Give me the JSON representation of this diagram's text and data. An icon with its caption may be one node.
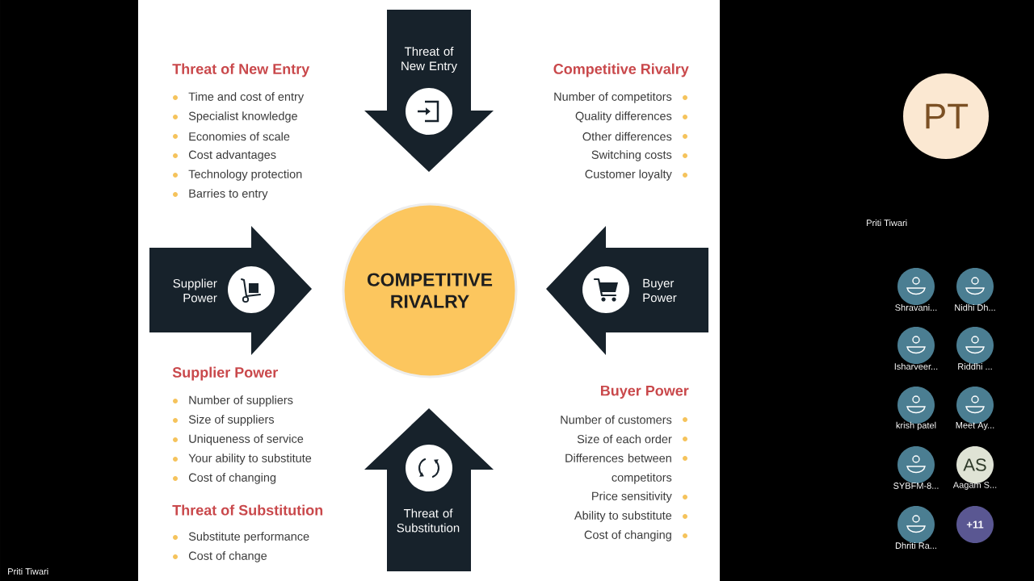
{
  "diagram": {
    "nodes": [
      {
        "text": [
          "Threat of New Entry"
        ]
      },
      {
        "text": [
          "Supplier Power"
        ]
      },
      {
        "text": [
          "COMPETITIVE RIVALRY"
        ]
      },
      {
        "text": [
          "Buyer Power"
        ]
      },
      {
        "text": [
          "Threat of Substitution"
        ]
      },
      {
        "text": [
          "PT"
        ]
      },
      {
        "text": [],
        "shape": "circle",
        "beside": [
          "Shravani..."
        ]
      },
      {
        "text": [],
        "shape": "circle",
        "beside": [
          "Nidhi Dh..."
        ]
      },
      {
        "text": [],
        "shape": "circle",
        "beside": [
          "Isharveer..."
        ]
      },
      {
        "text": [],
        "shape": "circle",
        "beside": [
          "Riddhi ..."
        ]
      },
      {
        "text": [],
        "shape": "circle",
        "beside": [
          "krish patel"
        ]
      },
      {
        "text": [],
        "shape": "circle",
        "beside": [
          "Meet Ay..."
        ]
      },
      {
        "text": [],
        "shape": "circle",
        "beside": [
          "SYBFM-8..."
        ]
      },
      {
        "text": [
          "AS"
        ],
        "beside": [
          "Aagam S..."
        ]
      },
      {
        "text": [],
        "shape": "circle",
        "beside": [
          "Dhriti Ra..."
        ]
      },
      {
        "text": [
          "+11"
        ]
      }
    ],
    "labels": [
      "Threat of New Entry",
      "Time and cost of entry",
      "Specialist knowledge",
      "Economies of scale",
      "Cost advantages",
      "Technology protection",
      "Barries to entry",
      "Competitive Rivalry",
      "Number of competitors",
      "Quality differences",
      "Other differences",
      "Switching costs",
      "Customer loyalty",
      "Supplier Power",
      "Number of suppliers",
      "Size of suppliers",
      "Uniqueness of service",
      "Your ability to substitute",
      "Cost of changing",
      "Buyer Power",
      "Number of customers",
      "Size of each order",
      "Differences between competitors",
      "Price sensitivity",
      "Ability to substitute",
      "Cost of changing",
      "Threat of Substitution",
      "Substitute performance",
      "Cost of change",
      "Priti Tiwari",
      "Priti Tiwari"
    ]
  }
}
